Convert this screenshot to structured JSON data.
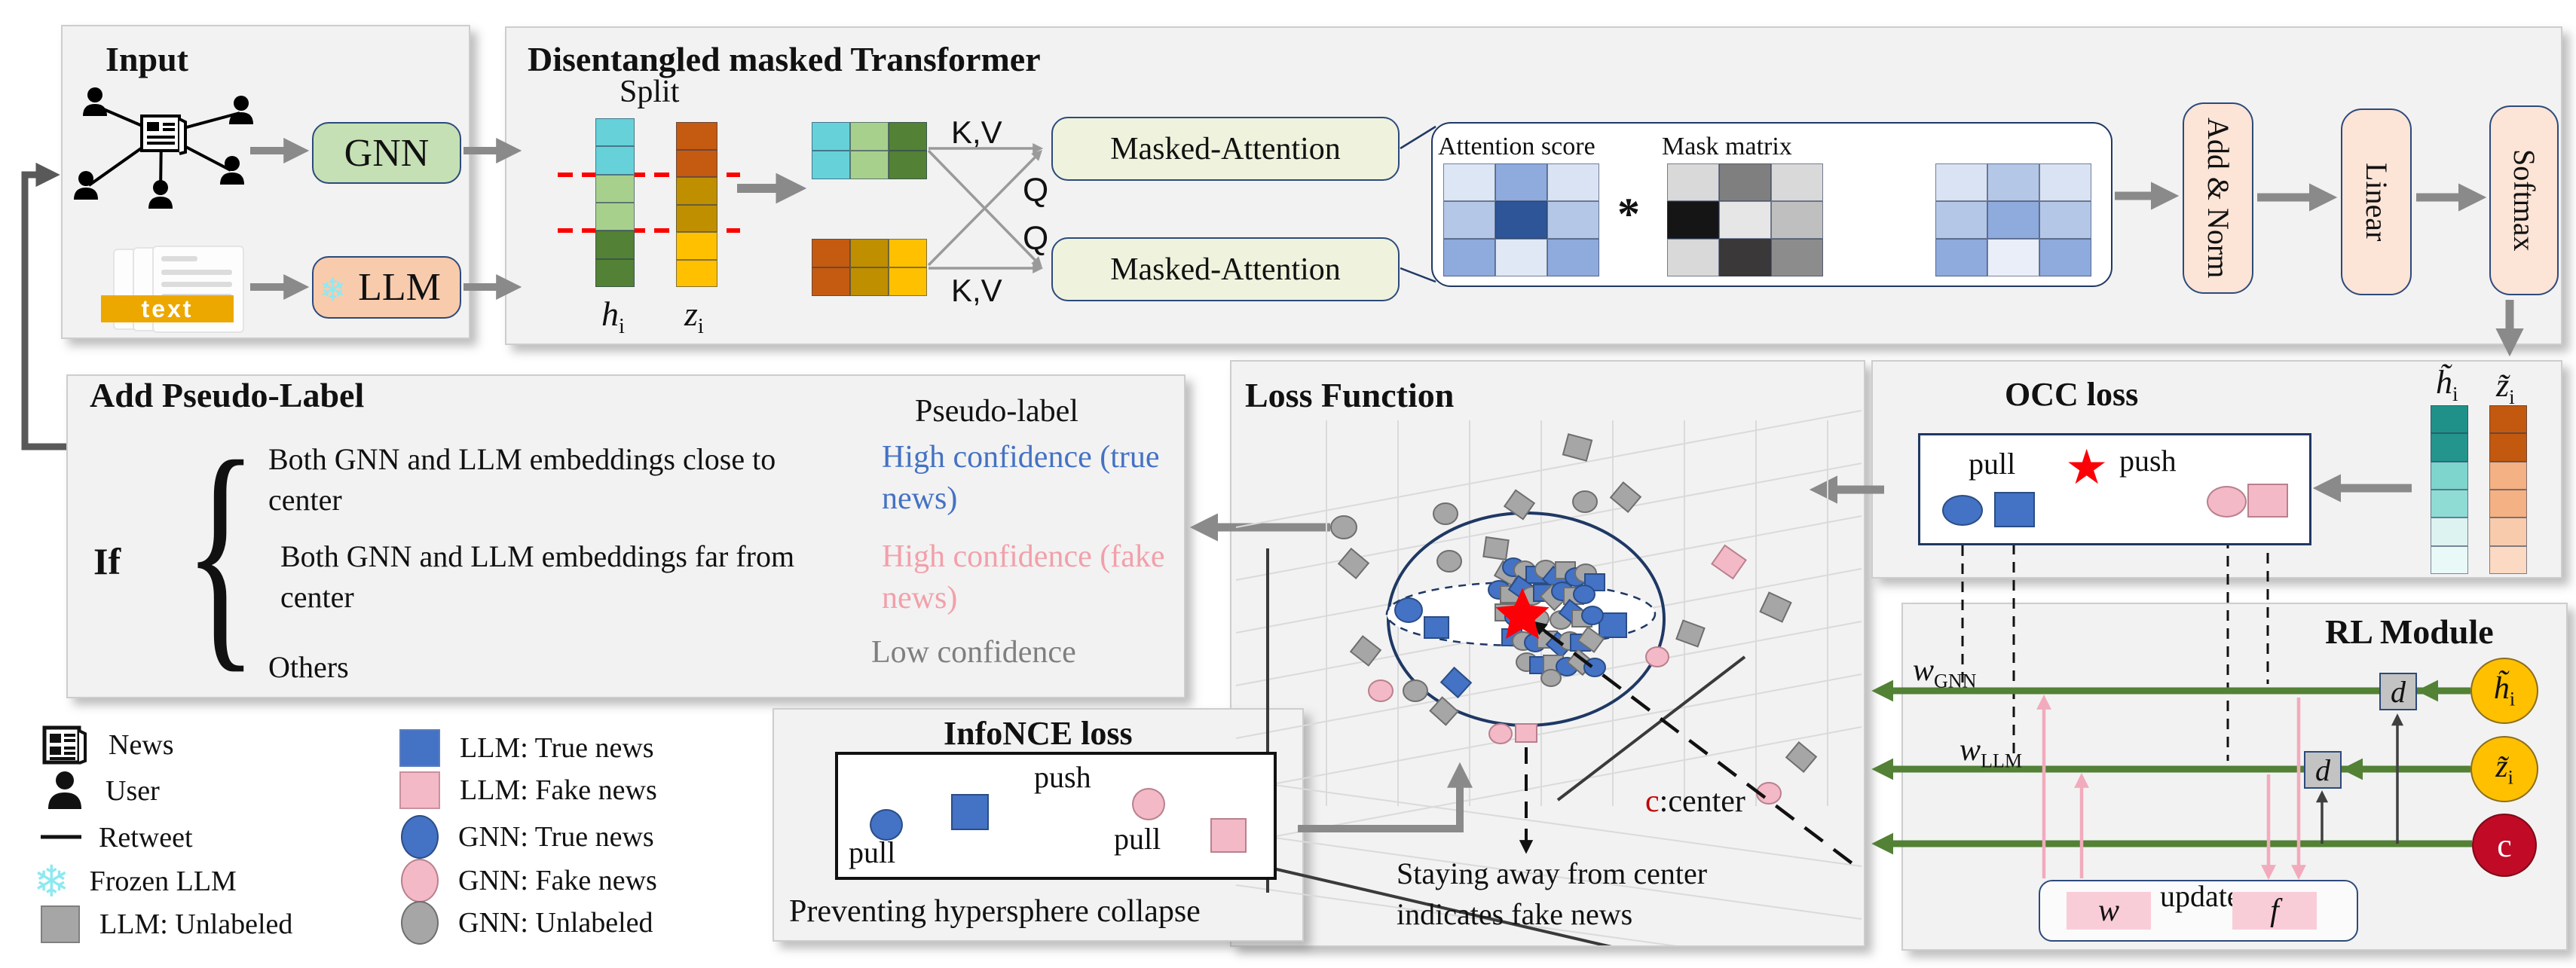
{
  "palette": {
    "panel": "#f2f2f2",
    "blue": "#4472c4",
    "pink": "#f4b9c6",
    "gray": "#a6a6a6",
    "navy": "#1f3864",
    "green": "#538135",
    "arrow": "#8a8a8a",
    "red": "#e80b0b",
    "gnn_fill": "#c5e0b4",
    "llm_fill": "#f8cbad",
    "attn_fill": "#eff3dd",
    "peach": "#fce4d6"
  },
  "input": {
    "title": "Input",
    "gnn_label": "GNN",
    "llm_label": "LLM",
    "text_badge": "text",
    "frozen_icon": "❄"
  },
  "transformer": {
    "title": "Disentangled masked Transformer",
    "split_label": "Split",
    "h_label": {
      "base": "h",
      "sub": "i"
    },
    "z_label": {
      "base": "z",
      "sub": "i"
    },
    "kv_top": "K,V",
    "kv_bottom": "K,V",
    "q_top": "Q",
    "q_bottom": "Q",
    "masked_attention_top": "Masked-Attention",
    "masked_attention_bottom": "Masked-Attention",
    "attention_score_label": "Attention score",
    "elementwise_op": "*",
    "mask_matrix_label": "Mask matrix",
    "add_norm_label": "Add & Norm",
    "linear_label": "Linear",
    "softmax_label": "Softmax",
    "vectors": {
      "h": [
        "#66d1d9",
        "#66d1d9",
        "#a8d08d",
        "#a8d08d",
        "#538135",
        "#538135"
      ],
      "z": [
        "#c55a11",
        "#c55a11",
        "#bf8f00",
        "#bf8f00",
        "#ffc000",
        "#ffc000"
      ]
    },
    "matrices": {
      "split_top": [
        [
          "#66d1d9",
          "#a8d08d",
          "#538135"
        ],
        [
          "#66d1d9",
          "#a8d08d",
          "#538135"
        ]
      ],
      "split_bottom": [
        [
          "#c55a11",
          "#bf8f00",
          "#ffc000"
        ],
        [
          "#c55a11",
          "#bf8f00",
          "#ffc000"
        ]
      ],
      "attention": [
        [
          "#dce6f4",
          "#8faadc",
          "#dae3f3"
        ],
        [
          "#b4c7e7",
          "#2e5597",
          "#b4c7e7"
        ],
        [
          "#8faadc",
          "#e1e8f5",
          "#8faadc"
        ]
      ],
      "mask": [
        [
          "#d9d9d9",
          "#7f7f7f",
          "#d9d9d9"
        ],
        [
          "#151515",
          "#e7e6e6",
          "#bfbfbf"
        ],
        [
          "#d9d9d9",
          "#3a3838",
          "#8c8c8c"
        ]
      ],
      "result": [
        [
          "#dae3f3",
          "#b4c7e7",
          "#dae3f3"
        ],
        [
          "#b4c7e7",
          "#8faadc",
          "#b4c7e7"
        ],
        [
          "#8faadc",
          "#e9eef8",
          "#8faadc"
        ]
      ]
    }
  },
  "pseudo": {
    "title": "Add Pseudo-Label",
    "if_label": "If",
    "brace": "{",
    "conditions": [
      "Both GNN and LLM embeddings close to center",
      "Both GNN and LLM embeddings far from center",
      "Others"
    ],
    "header": "Pseudo-label",
    "labels": [
      {
        "text": "High confidence (true news)",
        "color": "#4472c4"
      },
      {
        "text": "High confidence (fake news)",
        "color": "#f2a0aa"
      },
      {
        "text": "Low confidence",
        "color": "#7f7f7f"
      }
    ]
  },
  "loss": {
    "title": "Loss Function",
    "center_c": "c",
    "center_rest": ":center",
    "note_line1": "Staying away from center",
    "note_line2": "indicates fake news",
    "scatter": [
      [
        "gci",
        1783,
        700,
        16,
        0
      ],
      [
        "gdi",
        1796,
        748,
        15,
        40
      ],
      [
        "gdi",
        1812,
        864,
        15,
        38
      ],
      [
        "pci",
        1832,
        917,
        15,
        0
      ],
      [
        "gci",
        1878,
        917,
        15,
        0
      ],
      [
        "gdi",
        1916,
        944,
        14,
        42
      ],
      [
        "gci",
        1918,
        682,
        15,
        0
      ],
      [
        "gsq",
        1985,
        728,
        15,
        8
      ],
      [
        "gci",
        1923,
        745,
        15,
        0
      ],
      [
        "gdi",
        2016,
        670,
        15,
        35
      ],
      [
        "gsq",
        2093,
        594,
        16,
        15
      ],
      [
        "gci",
        2103,
        666,
        15,
        0
      ],
      [
        "gdi",
        2157,
        660,
        15,
        40
      ],
      [
        "pdi",
        2294,
        746,
        17,
        35
      ],
      [
        "gsq",
        2243,
        841,
        15,
        20
      ],
      [
        "pci",
        2199,
        872,
        14,
        0
      ],
      [
        "pci",
        1991,
        974,
        14,
        0
      ],
      [
        "psq",
        2025,
        973,
        14,
        0
      ],
      [
        "bdi",
        1932,
        906,
        15,
        42
      ],
      [
        "pci",
        2347,
        1053,
        15,
        0
      ],
      [
        "gdi",
        2390,
        1005,
        15,
        40
      ],
      [
        "gsq",
        2356,
        806,
        16,
        25
      ],
      [
        "bci",
        1869,
        810,
        17,
        0
      ],
      [
        "bsq",
        1906,
        833,
        16,
        0
      ],
      [
        "bsq",
        2140,
        830,
        18,
        0
      ],
      [
        "gdi",
        2000,
        761,
        13,
        30
      ],
      [
        "bci",
        2008,
        753,
        13,
        0
      ],
      [
        "gci",
        2023,
        757,
        13,
        0
      ],
      [
        "bsq",
        2038,
        763,
        13,
        0
      ],
      [
        "gci",
        2051,
        756,
        13,
        0
      ],
      [
        "bdi",
        2064,
        769,
        13,
        40
      ],
      [
        "gsq",
        2077,
        757,
        13,
        0
      ],
      [
        "bci",
        2091,
        766,
        13,
        0
      ],
      [
        "gci",
        2104,
        761,
        13,
        0
      ],
      [
        "bsq",
        2116,
        773,
        13,
        0
      ],
      [
        "bci",
        1989,
        783,
        13,
        0
      ],
      [
        "gsq",
        2004,
        789,
        13,
        0
      ],
      [
        "bdi",
        2019,
        781,
        13,
        35
      ],
      [
        "gci",
        2033,
        791,
        13,
        0
      ],
      [
        "bsq",
        2048,
        787,
        13,
        0
      ],
      [
        "gdi",
        2061,
        793,
        13,
        45
      ],
      [
        "bci",
        2073,
        785,
        13,
        0
      ],
      [
        "gsq",
        2088,
        791,
        13,
        0
      ],
      [
        "bci",
        2102,
        789,
        13,
        0
      ],
      [
        "gsq",
        1997,
        813,
        13,
        0
      ],
      [
        "bci",
        2011,
        819,
        13,
        0
      ],
      [
        "gdi",
        2026,
        816,
        13,
        40
      ],
      [
        "gci",
        2041,
        821,
        13,
        0
      ],
      [
        "gci",
        2071,
        823,
        13,
        0
      ],
      [
        "bdi",
        2086,
        813,
        13,
        38
      ],
      [
        "gsq",
        2099,
        821,
        13,
        0
      ],
      [
        "bci",
        2113,
        817,
        13,
        0
      ],
      [
        "bsq",
        2006,
        846,
        13,
        0
      ],
      [
        "gci",
        2021,
        851,
        13,
        0
      ],
      [
        "bci",
        2037,
        853,
        13,
        0
      ],
      [
        "gsq",
        2053,
        849,
        13,
        0
      ],
      [
        "bdi",
        2069,
        856,
        13,
        42
      ],
      [
        "gci",
        2083,
        851,
        13,
        0
      ],
      [
        "bsq",
        2097,
        853,
        13,
        0
      ],
      [
        "gdi",
        2111,
        849,
        13,
        36
      ],
      [
        "gci",
        2026,
        879,
        13,
        0
      ],
      [
        "bsq",
        2043,
        883,
        13,
        0
      ],
      [
        "gsq",
        2061,
        881,
        13,
        0
      ],
      [
        "bci",
        2079,
        885,
        13,
        0
      ],
      [
        "gdi",
        2097,
        879,
        13,
        40
      ],
      [
        "gci",
        2058,
        900,
        12,
        0
      ],
      [
        "bci",
        2116,
        886,
        13,
        0
      ]
    ]
  },
  "occ": {
    "title": "OCC loss",
    "pull_label": "pull",
    "push_label": "push",
    "h_tilde": {
      "base": "h̃",
      "sub": "i"
    },
    "z_tilde": {
      "base": "z̃",
      "sub": "i"
    },
    "vectors": {
      "h_tilde": [
        "#1f9189",
        "#23958d",
        "#7ed5cd",
        "#8fdcd5",
        "#dcf3f1",
        "#e9f9f7"
      ],
      "z_tilde": [
        "#c2590f",
        "#c2590f",
        "#f4b183",
        "#f4b183",
        "#f8cbad",
        "#fbd9c2"
      ]
    }
  },
  "infonce": {
    "title": "InfoNCE loss",
    "push_label": "push",
    "pull_left": "pull",
    "pull_right": "pull",
    "caption": "Preventing hypersphere collapse"
  },
  "rl": {
    "title": "RL Module",
    "w_gnn": {
      "base": "w",
      "sub": "GNN"
    },
    "w_llm": {
      "base": "w",
      "sub": "LLM"
    },
    "d1": "d",
    "d2": "d",
    "h_tilde": {
      "base": "h̃",
      "sub": "i"
    },
    "z_tilde": {
      "base": "z̃",
      "sub": "i"
    },
    "c_label": "c",
    "w_box": "w",
    "f_box": "f",
    "update_label": "update"
  },
  "legend": {
    "left": [
      {
        "icon": "news-icon",
        "label": "News"
      },
      {
        "icon": "user-icon",
        "label": "User"
      },
      {
        "icon": "retweet-icon",
        "label": "Retweet"
      },
      {
        "icon": "snowflake-icon",
        "label": "Frozen LLM"
      },
      {
        "icon": "gray-square-icon",
        "label": "LLM: Unlabeled"
      }
    ],
    "right": [
      {
        "icon": "blue-square-icon",
        "label": "LLM: True news"
      },
      {
        "icon": "pink-square-icon",
        "label": "LLM: Fake news"
      },
      {
        "icon": "blue-circle-icon",
        "label": "GNN: True news"
      },
      {
        "icon": "pink-circle-icon",
        "label": "GNN: Fake news"
      },
      {
        "icon": "gray-circle-icon",
        "label": "GNN: Unlabeled"
      }
    ]
  }
}
